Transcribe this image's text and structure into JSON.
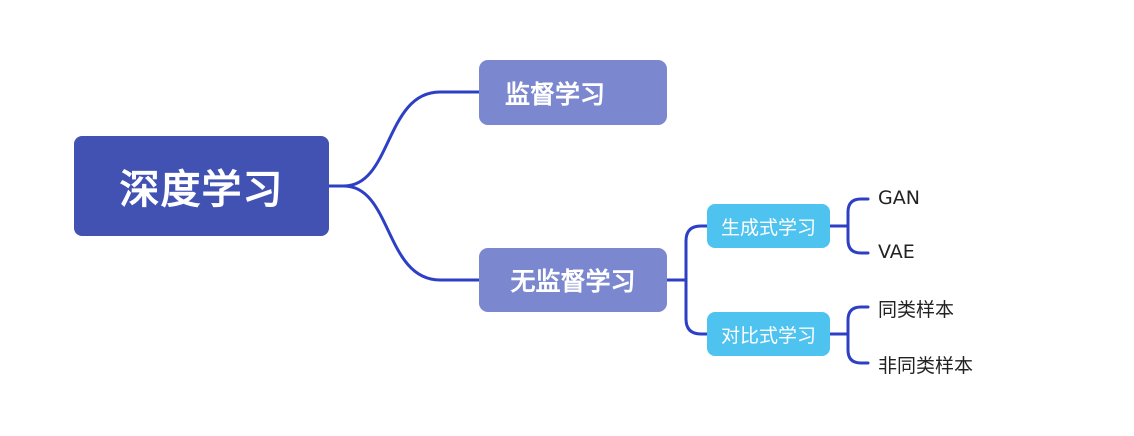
{
  "colors": {
    "root_fill": "#4152b3",
    "level1_fill": "#7b87cf",
    "level2_fill": "#4fc3f0",
    "connector": "#2d3fc4",
    "leaf_text": "#222222"
  },
  "mindmap": {
    "root": {
      "label": "深度学习"
    },
    "branches": [
      {
        "label": "监督学习",
        "children": []
      },
      {
        "label": "无监督学习",
        "children": [
          {
            "label": "生成式学习",
            "children": [
              {
                "label": "GAN"
              },
              {
                "label": "VAE"
              }
            ]
          },
          {
            "label": "对比式学习",
            "children": [
              {
                "label": "同类样本"
              },
              {
                "label": "非同类样本"
              }
            ]
          }
        ]
      }
    ]
  }
}
